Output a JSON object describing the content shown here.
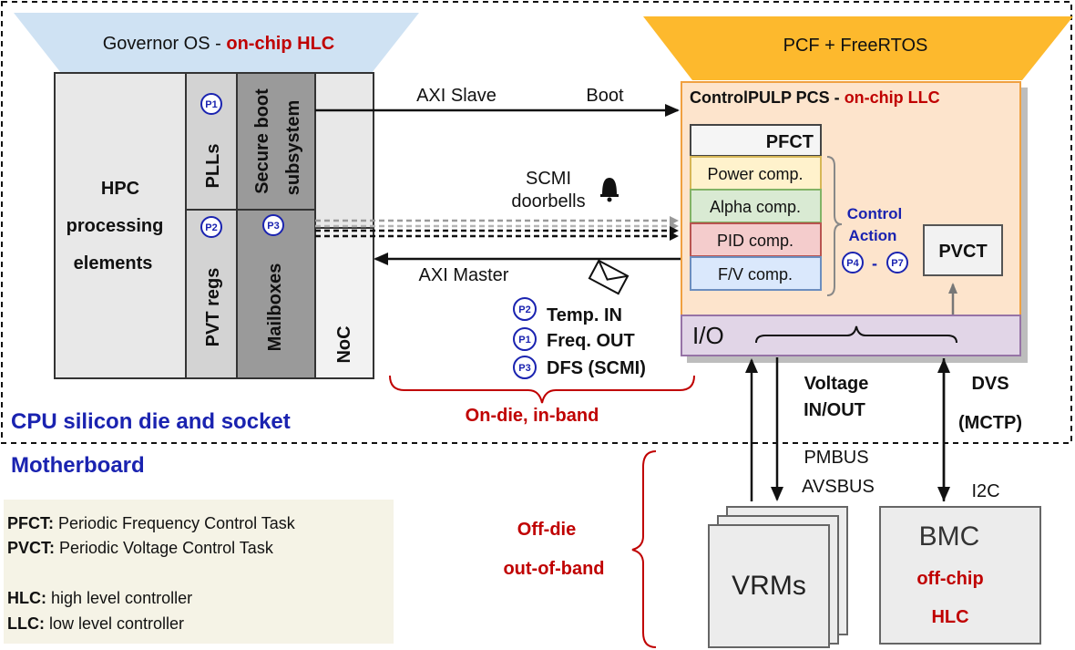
{
  "governor": {
    "prefix": "Governor OS - ",
    "highlight": "on-chip HLC"
  },
  "pcf": {
    "label": "PCF + FreeRTOS"
  },
  "hpc": {
    "line1": "HPC",
    "line2": "processing",
    "line3": "elements"
  },
  "plls": {
    "label": "PLLs",
    "badge": "P1"
  },
  "secure_boot": {
    "line1": "Secure boot",
    "line2": "subsystem"
  },
  "pvt_regs": {
    "label": "PVT regs",
    "badge": "P2"
  },
  "mailboxes": {
    "label": "Mailboxes",
    "badge": "P3"
  },
  "noc": {
    "label": "NoC"
  },
  "axi_slave": {
    "label": "AXI Slave",
    "boot": "Boot"
  },
  "scmi": {
    "line1": "SCMI",
    "line2": "doorbells",
    "icon": "bell-icon"
  },
  "axi_master": {
    "label": "AXI Master",
    "icon": "envelope-icon"
  },
  "control_pulp": {
    "prefix": "ControlPULP PCS - ",
    "highlight": "on-chip LLC"
  },
  "pfct": {
    "title": "PFCT",
    "components": [
      "Power comp.",
      "Alpha comp.",
      "PID comp.",
      "F/V comp."
    ]
  },
  "control_action": {
    "line1": "Control",
    "line2": "Action",
    "from": "P4",
    "dash": "-",
    "to": "P7"
  },
  "pvct": {
    "label": "PVCT"
  },
  "io": {
    "label": "I/O"
  },
  "signals": [
    {
      "badge": "P2",
      "label": "Temp. IN"
    },
    {
      "badge": "P1",
      "label": "Freq. OUT"
    },
    {
      "badge": "P3",
      "label": "DFS (SCMI)"
    }
  ],
  "on_die": {
    "label": "On-die, in-band"
  },
  "voltage": {
    "line1": "Voltage",
    "line2": "IN/OUT"
  },
  "dvs": {
    "line1": "DVS",
    "line2": "(MCTP)"
  },
  "cpu_die": {
    "label": "CPU silicon die and socket"
  },
  "motherboard": {
    "label": "Motherboard"
  },
  "pmbus": {
    "line1": "PMBUS",
    "line2": "AVSBUS"
  },
  "i2c": {
    "label": "I2C"
  },
  "off_die": {
    "line1": "Off-die",
    "line2": "out-of-band"
  },
  "vrms": {
    "label": "VRMs"
  },
  "bmc": {
    "label": "BMC",
    "line2": "off-chip",
    "line3": "HLC"
  },
  "legend": [
    {
      "key": "PFCT:",
      "value": " Periodic Frequency Control Task"
    },
    {
      "key": "PVCT:",
      "value": " Periodic Voltage Control Task"
    },
    {
      "key": "HLC:",
      "value": " high level controller"
    },
    {
      "key": "LLC:",
      "value": " low level controller"
    }
  ],
  "colors": {
    "hlc_blue": "#cfe2f3",
    "pcf_orange": "#fdb92d",
    "pulp_peach": "#fde4cc",
    "power": "#fff2cc",
    "alpha": "#d9ead3",
    "pid": "#f4cccc",
    "fv": "#dae8fc",
    "io": "#e1d5e7",
    "red": "#c00000",
    "blue": "#1a23b0"
  }
}
